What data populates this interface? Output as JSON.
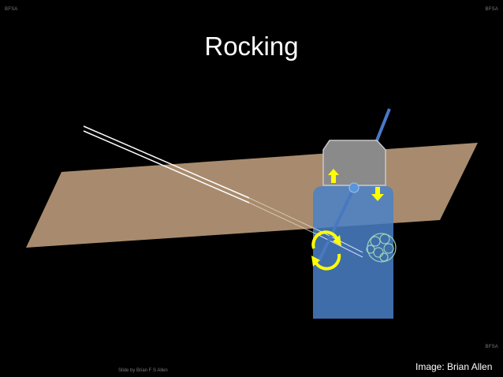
{
  "slide": {
    "title": "Rocking",
    "watermark_top_left": "BFSA",
    "watermark_top_right": "BFSA",
    "watermark_bottom_right": "BFSA",
    "slide_credit": "Slide by Brian F S Allen",
    "image_credit": "Image: Brian Allen"
  },
  "illustration": {
    "skin_color": "#a88b6e",
    "probe_housing_color": "#8c8c8c",
    "probe_body_color": "#4a78b8",
    "needle_color": "#ffffff",
    "arrow_color": "#ffff00",
    "icons": [
      "up-arrow-icon",
      "down-arrow-icon",
      "rotation-arrows-icon",
      "nerve-bundle-icon"
    ]
  }
}
